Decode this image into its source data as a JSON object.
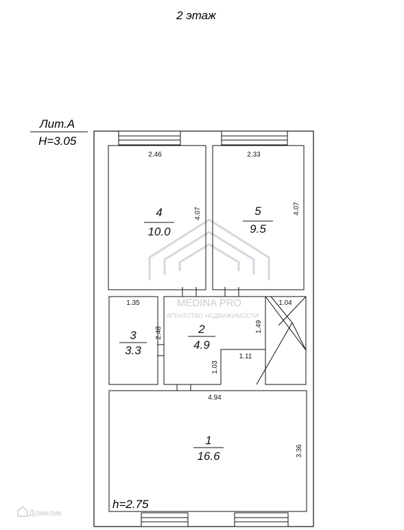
{
  "floor_title": "2 этаж",
  "building": {
    "lit": "Лит.А",
    "height": "H=3.05"
  },
  "ceiling_height": "h=2.75",
  "watermarks": {
    "brand": "MEDINA PRO",
    "tagline": "АГЕНТСТВО НЕДВИЖИМОСТИ",
    "corner": "Домклик"
  },
  "rooms": [
    {
      "id": "1",
      "number": "1",
      "area": "16.6"
    },
    {
      "id": "2",
      "number": "2",
      "area": "4.9"
    },
    {
      "id": "3",
      "number": "3",
      "area": "3.3"
    },
    {
      "id": "4",
      "number": "4",
      "area": "10.0"
    },
    {
      "id": "5",
      "number": "5",
      "area": "9.5"
    }
  ],
  "dimensions": {
    "r4_width": "2.46",
    "r4_height": "4.07",
    "r5_width": "2.33",
    "r5_height": "4.07",
    "r3_width": "1.35",
    "r2_height": "2.48",
    "r2_step_h": "1.49",
    "r2_step_w": "1.11",
    "r2_lower": "1.03",
    "stair_width": "1.04",
    "r1_width": "4.94",
    "r1_height": "3.36"
  }
}
